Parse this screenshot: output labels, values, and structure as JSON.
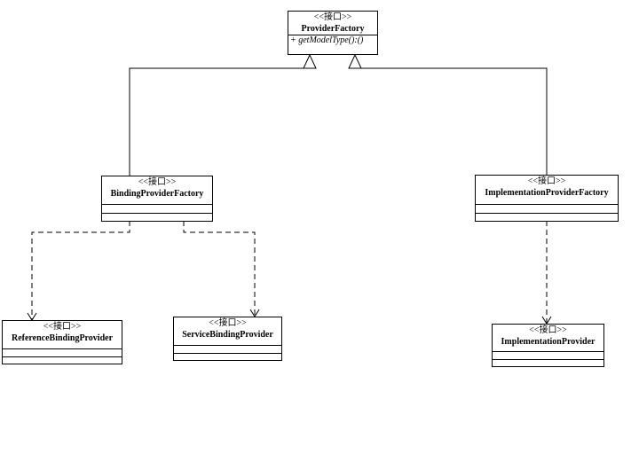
{
  "diagram": {
    "classes": [
      {
        "id": "provider-factory",
        "stereotype": "<<接口>>",
        "name": "ProviderFactory",
        "operations": [
          "+ getModelType():()"
        ]
      },
      {
        "id": "binding-provider-factory",
        "stereotype": "<<接口>>",
        "name": "BindingProviderFactory",
        "operations": []
      },
      {
        "id": "implementation-provider-factory",
        "stereotype": "<<接口>>",
        "name": "ImplementationProviderFactory",
        "operations": []
      },
      {
        "id": "reference-binding-provider",
        "stereotype": "<<接口>>",
        "name": "ReferenceBindingProvider",
        "operations": []
      },
      {
        "id": "service-binding-provider",
        "stereotype": "<<接口>>",
        "name": "ServiceBindingProvider",
        "operations": []
      },
      {
        "id": "implementation-provider",
        "stereotype": "<<接口>>",
        "name": "ImplementationProvider",
        "operations": []
      }
    ],
    "relationships": [
      {
        "type": "generalization",
        "from": "binding-provider-factory",
        "to": "provider-factory"
      },
      {
        "type": "generalization",
        "from": "implementation-provider-factory",
        "to": "provider-factory"
      },
      {
        "type": "dependency",
        "from": "binding-provider-factory",
        "to": "reference-binding-provider"
      },
      {
        "type": "dependency",
        "from": "binding-provider-factory",
        "to": "service-binding-provider"
      },
      {
        "type": "dependency",
        "from": "implementation-provider-factory",
        "to": "implementation-provider"
      }
    ],
    "colors": {
      "line": "#000000",
      "box_fill": "#ffffff"
    }
  }
}
